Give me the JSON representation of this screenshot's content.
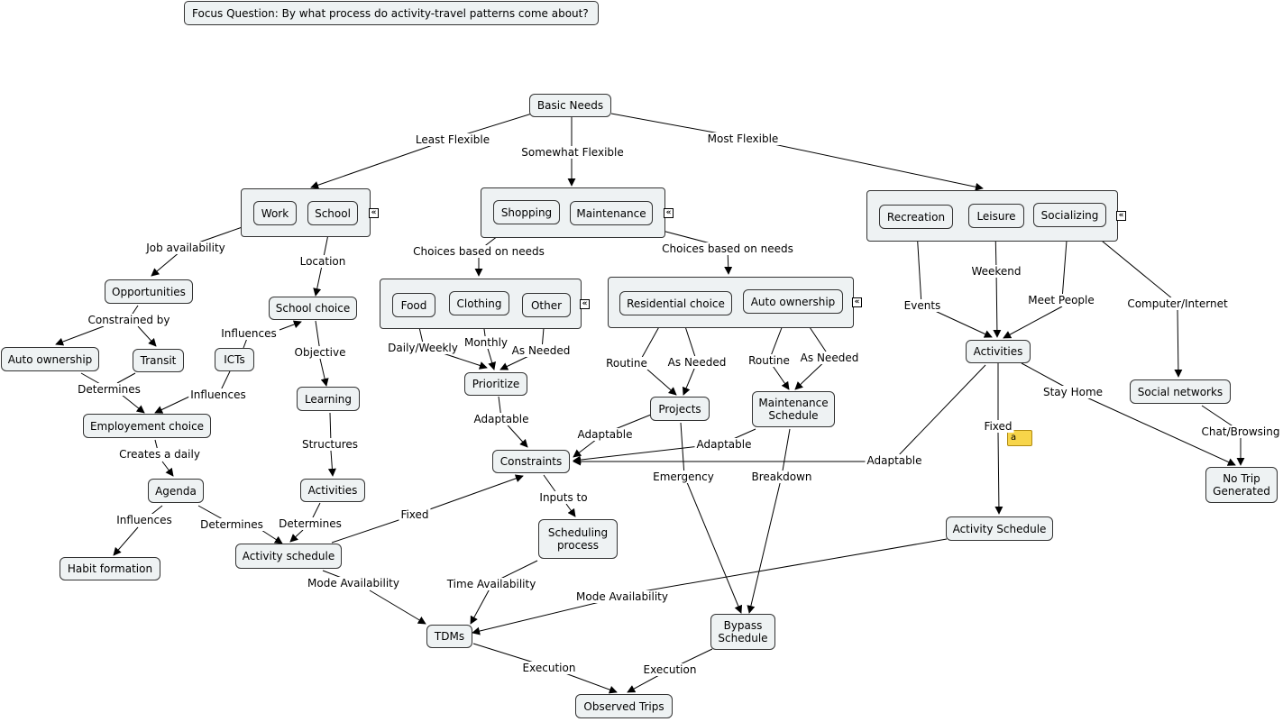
{
  "focus_question": "Focus Question: By what process do activity-travel patterns come about?",
  "nodes": {
    "basic_needs": "Basic Needs",
    "opportunities": "Opportunities",
    "auto_ownership_left": "Auto ownership",
    "transit": "Transit",
    "icts": "ICTs",
    "school_choice": "School choice",
    "learning": "Learning",
    "employment_choice": "Employement choice",
    "agenda": "Agenda",
    "habit_formation": "Habit formation",
    "activities_left": "Activities",
    "activity_schedule_left": "Activity schedule",
    "prioritize": "Prioritize",
    "constraints": "Constraints",
    "scheduling_process": "Scheduling process",
    "tdms": "TDMs",
    "observed_trips": "Observed Trips",
    "projects": "Projects",
    "maintenance_schedule": "Maintenance Schedule",
    "bypass_schedule": "Bypass Schedule",
    "activities_right": "Activities",
    "social_networks": "Social networks",
    "no_trip_generated": "No Trip Generated",
    "activity_schedule_right": "Activity Schedule"
  },
  "groups": {
    "work_school": [
      "Work",
      "School"
    ],
    "shopping_maintenance": [
      "Shopping",
      "Maintenance"
    ],
    "recreation_leisure_socializing": [
      "Recreation",
      "Leisure",
      "Socializing"
    ],
    "food_clothing_other": [
      "Food",
      "Clothing",
      "Other"
    ],
    "residential_auto": [
      "Residential choice",
      "Auto ownership"
    ]
  },
  "collapse_glyph": "«",
  "note_glyph": "a",
  "links": {
    "least_flexible": "Least Flexible",
    "somewhat_flexible": "Somewhat Flexible",
    "most_flexible": "Most Flexible",
    "job_availability": "Job availability",
    "location": "Location",
    "choices_needs_1": "Choices based on needs",
    "choices_needs_2": "Choices based on needs",
    "constrained_by": "Constrained by",
    "influences_1": "Influences",
    "influences_2": "Influences",
    "objective": "Objective",
    "determines_1": "Determines",
    "structures": "Structures",
    "creates_daily": "Creates a daily",
    "influences_3": "Influences",
    "determines_2": "Determines",
    "determines_3": "Determines",
    "daily_weekly": "Daily/Weekly",
    "monthly": "Monthly",
    "as_needed_1": "As Needed",
    "routine_1": "Routine",
    "as_needed_2": "As Needed",
    "routine_2": "Routine",
    "as_needed_3": "As Needed",
    "adaptable_1": "Adaptable",
    "adaptable_2": "Adaptable",
    "adaptable_3": "Adaptable",
    "adaptable_4": "Adaptable",
    "fixed_1": "Fixed",
    "inputs_to": "Inputs to",
    "emergency": "Emergency",
    "breakdown": "Breakdown",
    "mode_availability_1": "Mode Availability",
    "time_availability": "Time Availability",
    "mode_availability_2": "Mode Availability",
    "execution_1": "Execution",
    "execution_2": "Execution",
    "weekend": "Weekend",
    "events": "Events",
    "meet_people": "Meet People",
    "computer_internet": "Computer/Internet",
    "stay_home": "Stay Home",
    "fixed_2": "Fixed",
    "chat_browsing": "Chat/Browsing"
  }
}
